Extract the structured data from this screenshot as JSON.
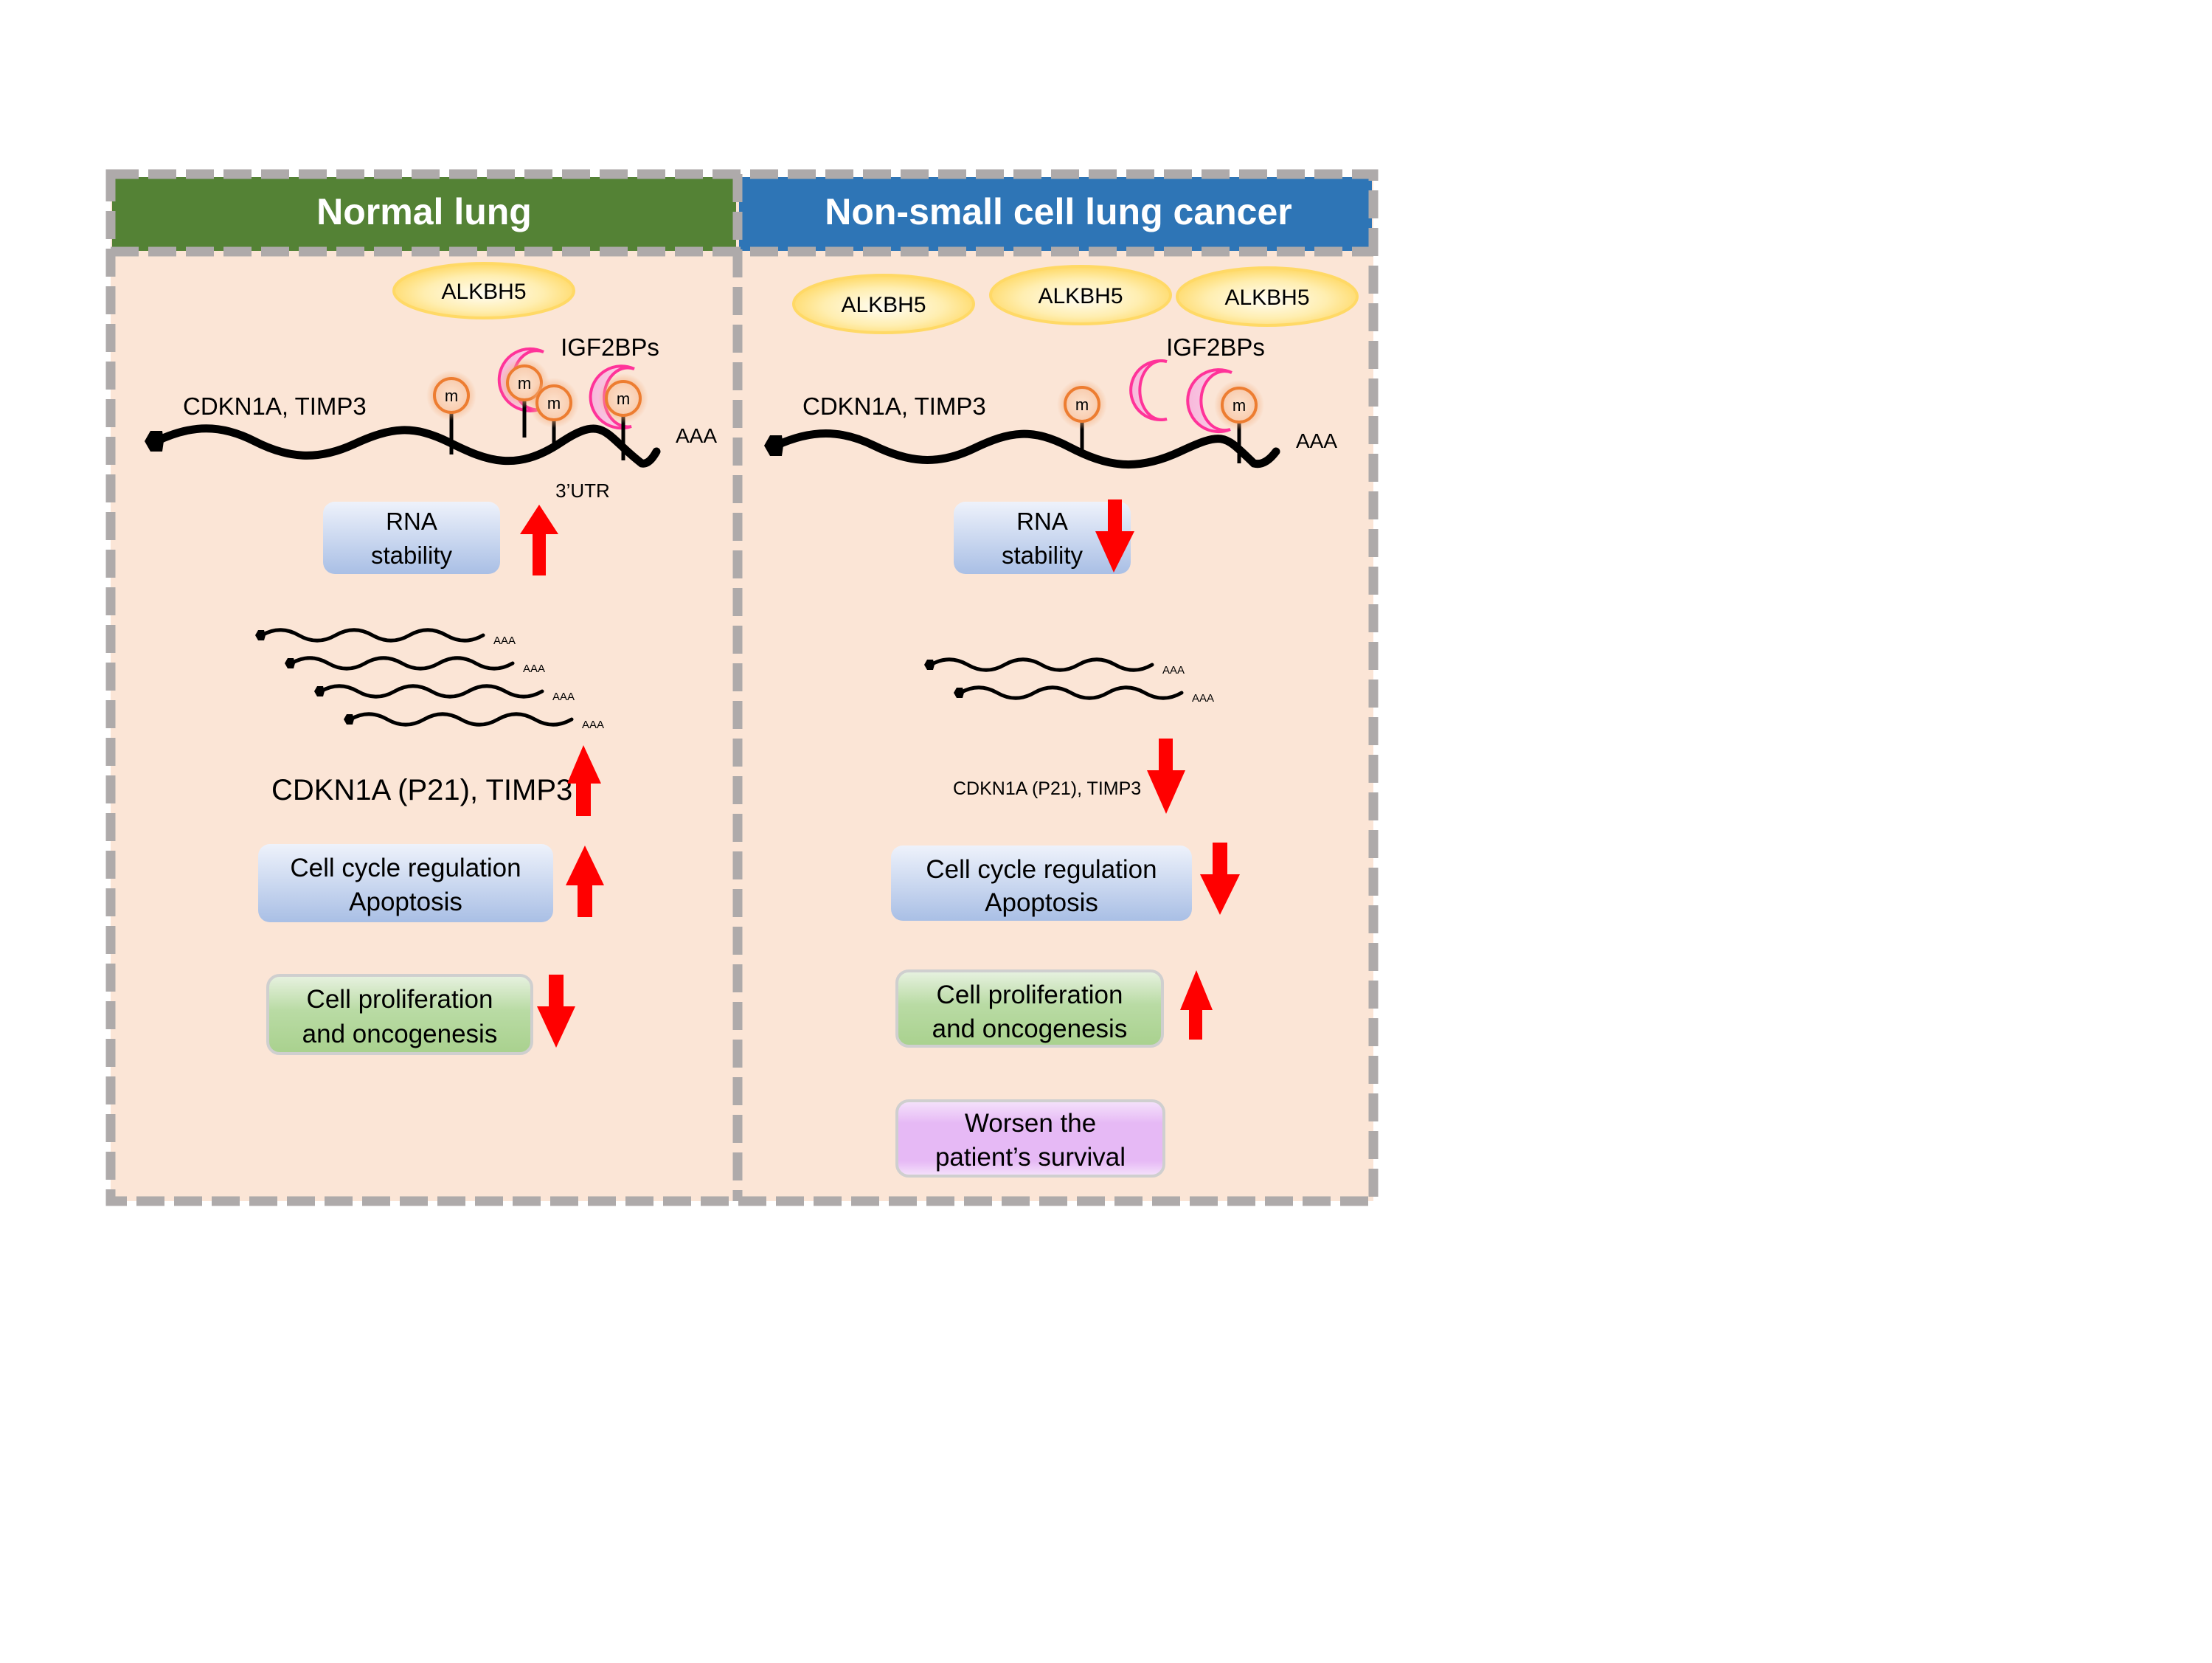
{
  "figure": {
    "colors": {
      "panel_bg": "#fbe5d6",
      "frame_dash": "#aeaaaa",
      "normal_header": "#548235",
      "cancer_header": "#2e75b6",
      "arrow": "#ff0000",
      "oval_fill": "#ffe699",
      "oval_stroke": "#ffd966",
      "m6a_stroke": "#ed7d31",
      "igf2bp_fill": "#f4a6cf",
      "igf2bp_stroke": "#ff3399",
      "blue_box": "#b4c7e7",
      "green_box": "#a9d18e",
      "purple_box": "#e6b9f5"
    }
  },
  "left_panel": {
    "title": "Normal lung",
    "alkbh5_labels": [
      "ALKBH5"
    ],
    "igf2bp_label": "IGF2BPs",
    "gene_label": "CDKN1A, TIMP3",
    "polya_label": "AAA",
    "utr_label": "3’UTR",
    "m6a_mark": "m",
    "m6a_count": 4,
    "igf2bp_count": 2,
    "rna_stability": {
      "line1": "RNA",
      "line2": "stability",
      "direction": "up"
    },
    "transcript_count": 4,
    "transcript_polya": "AAA",
    "expression": {
      "text": "CDKN1A (P21), TIMP3",
      "direction": "up"
    },
    "cell_cycle": {
      "line1": "Cell cycle regulation",
      "line2": "Apoptosis",
      "direction": "up"
    },
    "proliferation": {
      "line1": "Cell proliferation",
      "line2": "and oncogenesis",
      "direction": "down"
    }
  },
  "right_panel": {
    "title": "Non-small cell lung cancer",
    "alkbh5_labels": [
      "ALKBH5",
      "ALKBH5",
      "ALKBH5"
    ],
    "igf2bp_label": "IGF2BPs",
    "gene_label": "CDKN1A, TIMP3",
    "polya_label": "AAA",
    "m6a_mark": "m",
    "m6a_count": 2,
    "igf2bp_count": 2,
    "rna_stability": {
      "line1": "RNA",
      "line2": "stability",
      "direction": "down"
    },
    "transcript_count": 2,
    "transcript_polya": "AAA",
    "expression": {
      "text": "CDKN1A (P21), TIMP3",
      "direction": "down"
    },
    "cell_cycle": {
      "line1": "Cell cycle regulation",
      "line2": "Apoptosis",
      "direction": "down"
    },
    "proliferation": {
      "line1": "Cell proliferation",
      "line2": "and oncogenesis",
      "direction": "up"
    },
    "survival": {
      "line1": "Worsen the",
      "line2": "patient’s survival"
    }
  }
}
